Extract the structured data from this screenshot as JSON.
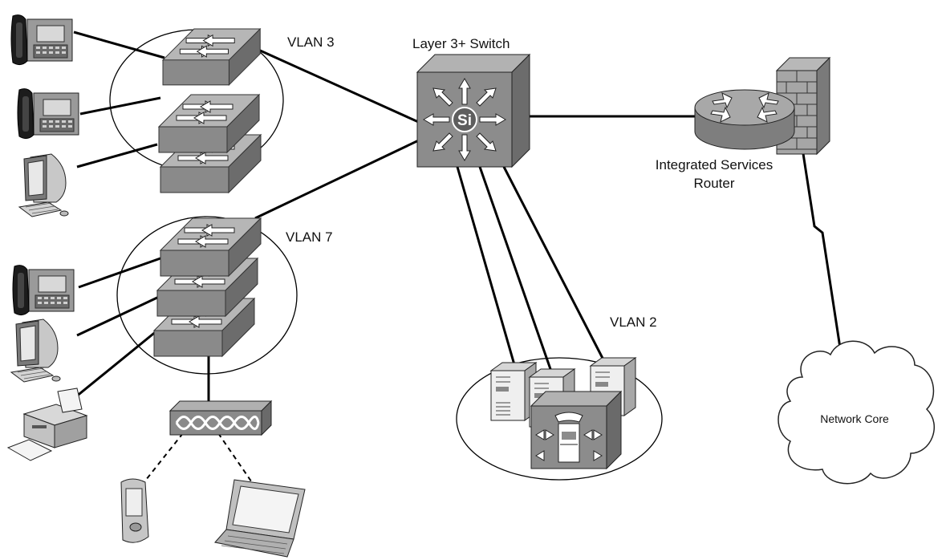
{
  "labels": {
    "vlan3": "VLAN 3",
    "vlan7": "VLAN 7",
    "vlan2": "VLAN 2",
    "l3_switch": "Layer 3+ Switch",
    "isr_line1": "Integrated Services",
    "isr_line2": "Router",
    "network_core": "Network Core"
  },
  "l3_switch_glyph": "Si",
  "icons": {
    "ip_phone": "ip-phone-icon",
    "workstation": "workstation-icon",
    "workgroup_switch": "workgroup-switch-icon",
    "multilayer_switch": "multilayer-switch-icon",
    "router": "router-icon",
    "firewall": "firewall-icon",
    "server": "server-icon",
    "call_manager": "call-manager-icon",
    "printer": "printer-icon",
    "wireless_access_point": "wireless-access-point-icon",
    "pda": "pda-icon",
    "laptop": "laptop-icon",
    "cloud": "cloud-icon"
  },
  "colors": {
    "device_face": "#8c8c8c",
    "device_top": "#b4b4b4",
    "device_side": "#6a6a6a",
    "line": "#000000",
    "background": "#ffffff"
  }
}
